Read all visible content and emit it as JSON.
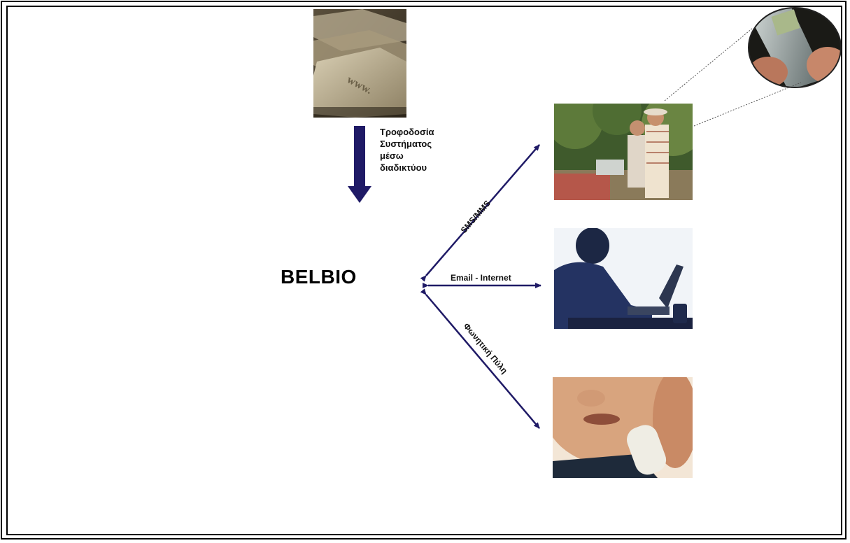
{
  "diagram": {
    "system_name": "BELBIO",
    "feed_caption": [
      "Τροφοδοσία",
      "Συστήματος",
      "μέσω",
      "διαδικτύου"
    ],
    "channels": {
      "sms": "SMS/MMS",
      "email": "Email - Internet",
      "voice": "Φωνητική Πύλη"
    },
    "colors": {
      "arrow": "#1f1a66",
      "frame": "#000000"
    },
    "images": {
      "web": "www-cards-image",
      "mobile": "mobile-phone-closeup-image",
      "field": "farmers-in-field-image",
      "laptop": "person-at-laptop-image",
      "phone": "person-on-telephone-image"
    }
  }
}
